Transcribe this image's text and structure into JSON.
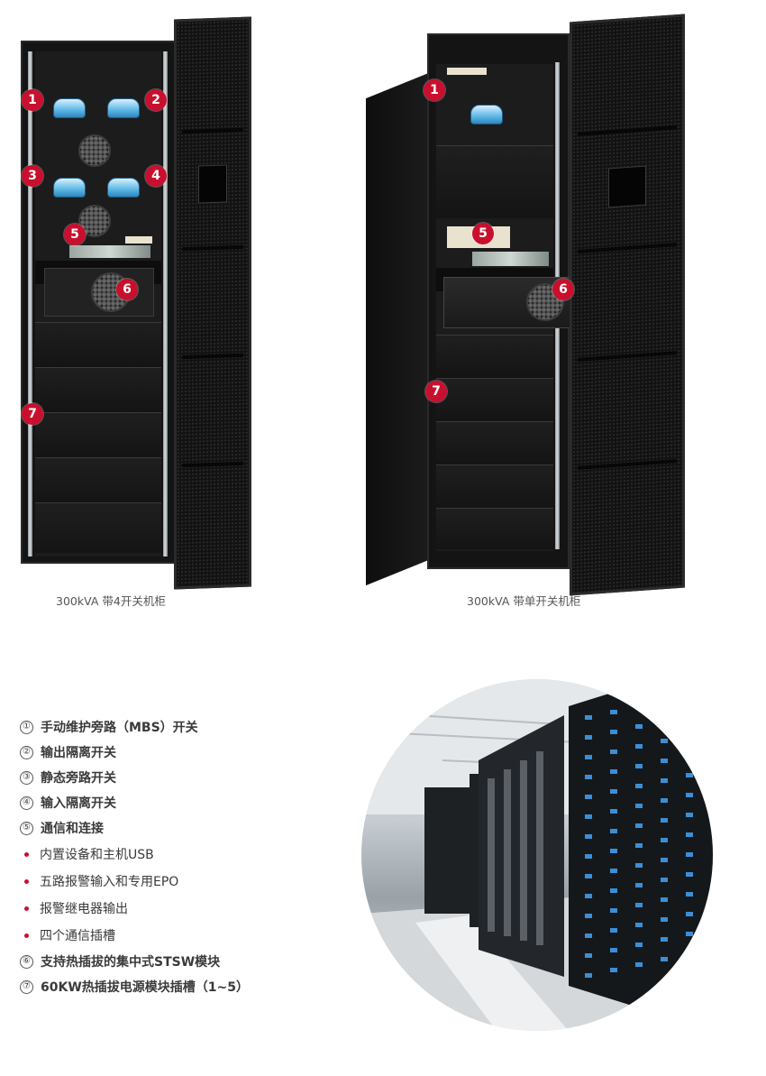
{
  "captions": {
    "left_cabinet": "300kVA 带4开关机柜",
    "right_cabinet": "300kVA 带单开关机柜"
  },
  "badges": {
    "left": [
      "1",
      "2",
      "3",
      "4",
      "5",
      "6",
      "7"
    ],
    "right": [
      "1",
      "5",
      "6",
      "7"
    ]
  },
  "features": [
    {
      "type": "main",
      "num": "①",
      "text": "手动维护旁路（MBS）开关"
    },
    {
      "type": "main",
      "num": "②",
      "text": "输出隔离开关"
    },
    {
      "type": "main",
      "num": "③",
      "text": "静态旁路开关"
    },
    {
      "type": "main",
      "num": "④",
      "text": "输入隔离开关"
    },
    {
      "type": "main",
      "num": "⑤",
      "text": "通信和连接"
    },
    {
      "type": "sub",
      "num": "",
      "text": "内置设备和主机USB"
    },
    {
      "type": "sub",
      "num": "",
      "text": "五路报警输入和专用EPO"
    },
    {
      "type": "sub",
      "num": "",
      "text": "报警继电器输出"
    },
    {
      "type": "sub",
      "num": "",
      "text": "四个通信插槽"
    },
    {
      "type": "main",
      "num": "⑥",
      "text": "支持热插拔的集中式STSW模块"
    },
    {
      "type": "main",
      "num": "⑦",
      "text": "60KW热插拔电源模块插槽（1~5）"
    }
  ],
  "colors": {
    "accent": "#c8102e",
    "cabinet": "#141414",
    "switch_blue": "#5db7e6"
  }
}
